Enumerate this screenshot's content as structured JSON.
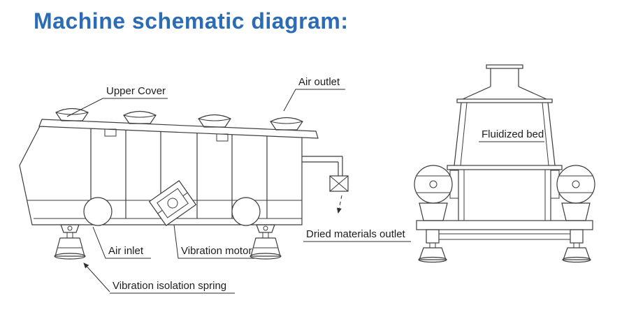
{
  "title": "Machine schematic diagram:",
  "colors": {
    "title": "#2b6cb5",
    "line": "#3c3c3c",
    "label_text": "#1d1d1d"
  },
  "labels": {
    "upper_cover": "Upper Cover",
    "air_outlet": "Air outlet",
    "fluidized_bed": "Fluidized bed",
    "air_inlet": "Air inlet",
    "vibration_motor": "Vibration motor",
    "dried_materials_outlet": "Dried materials outlet",
    "vibration_isolation_spring": "Vibration isolation spring"
  }
}
